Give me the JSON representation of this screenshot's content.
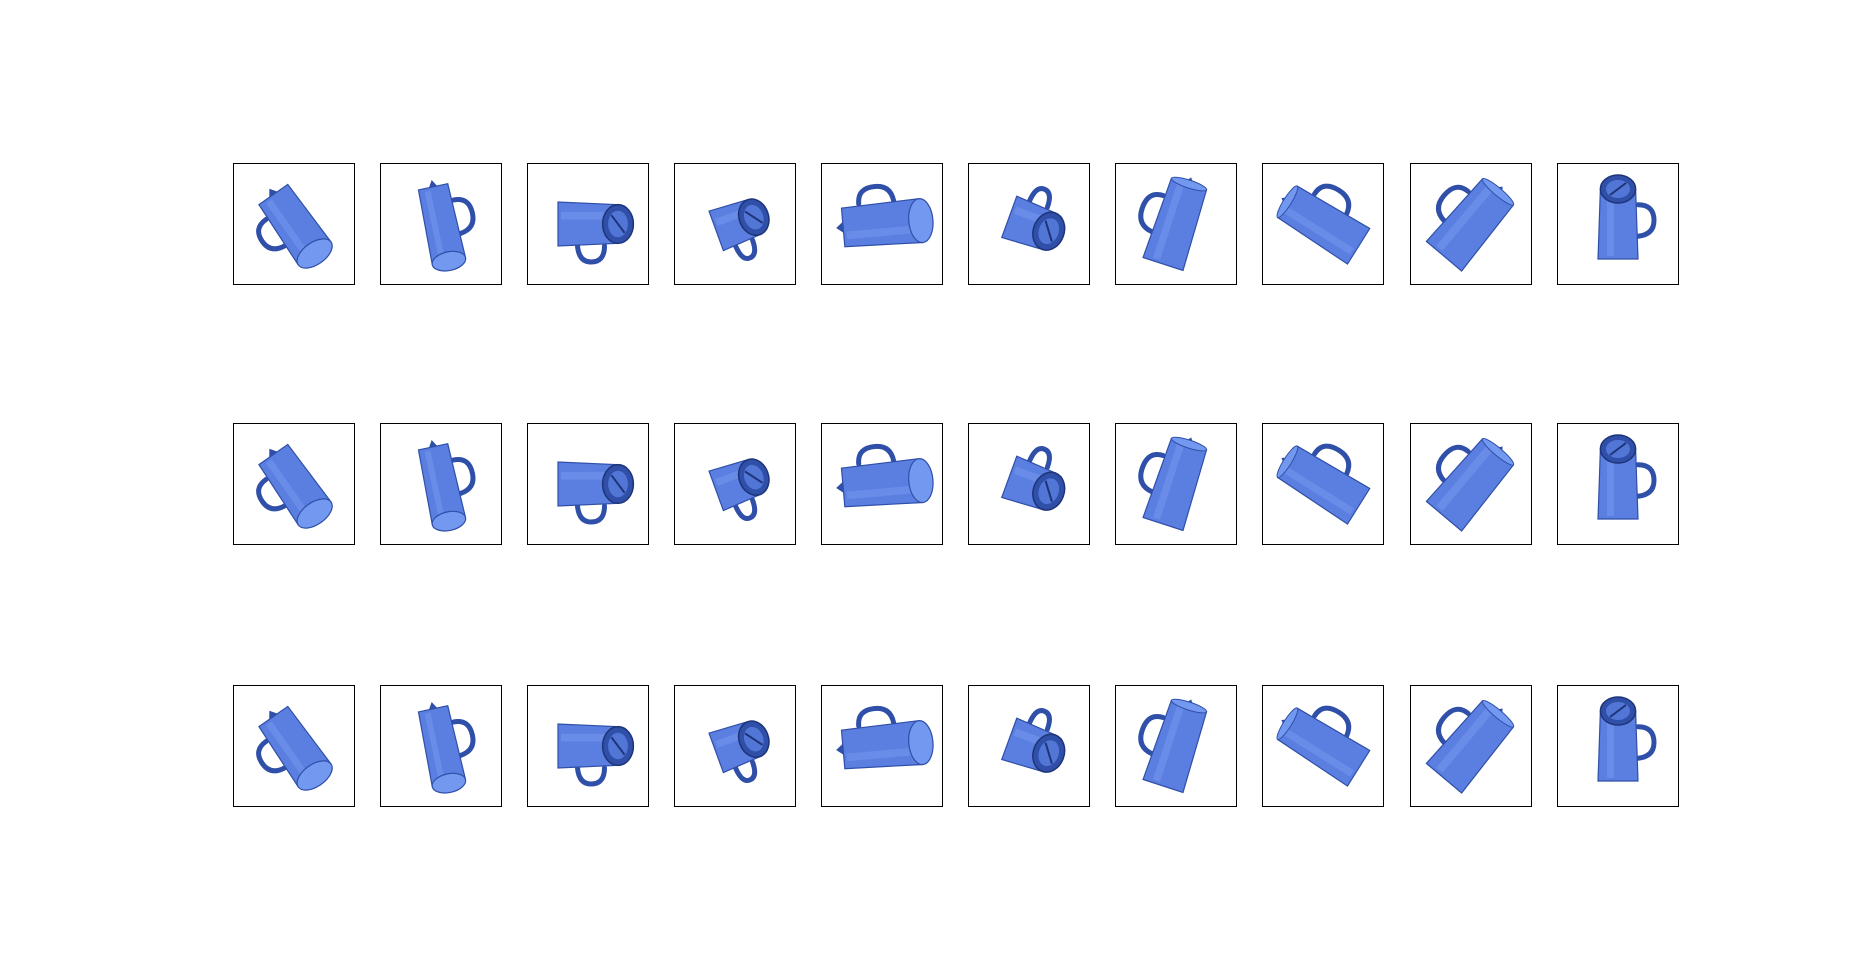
{
  "figure": {
    "subject": "blue-pitcher-render",
    "rows": 3,
    "columns": 10,
    "colors": {
      "body": "#5b7fe0",
      "body_light": "#7398ef",
      "body_dark": "#2f4fa8",
      "outline": "#1e3478",
      "frame": "#000000",
      "background": "#ffffff"
    }
  }
}
